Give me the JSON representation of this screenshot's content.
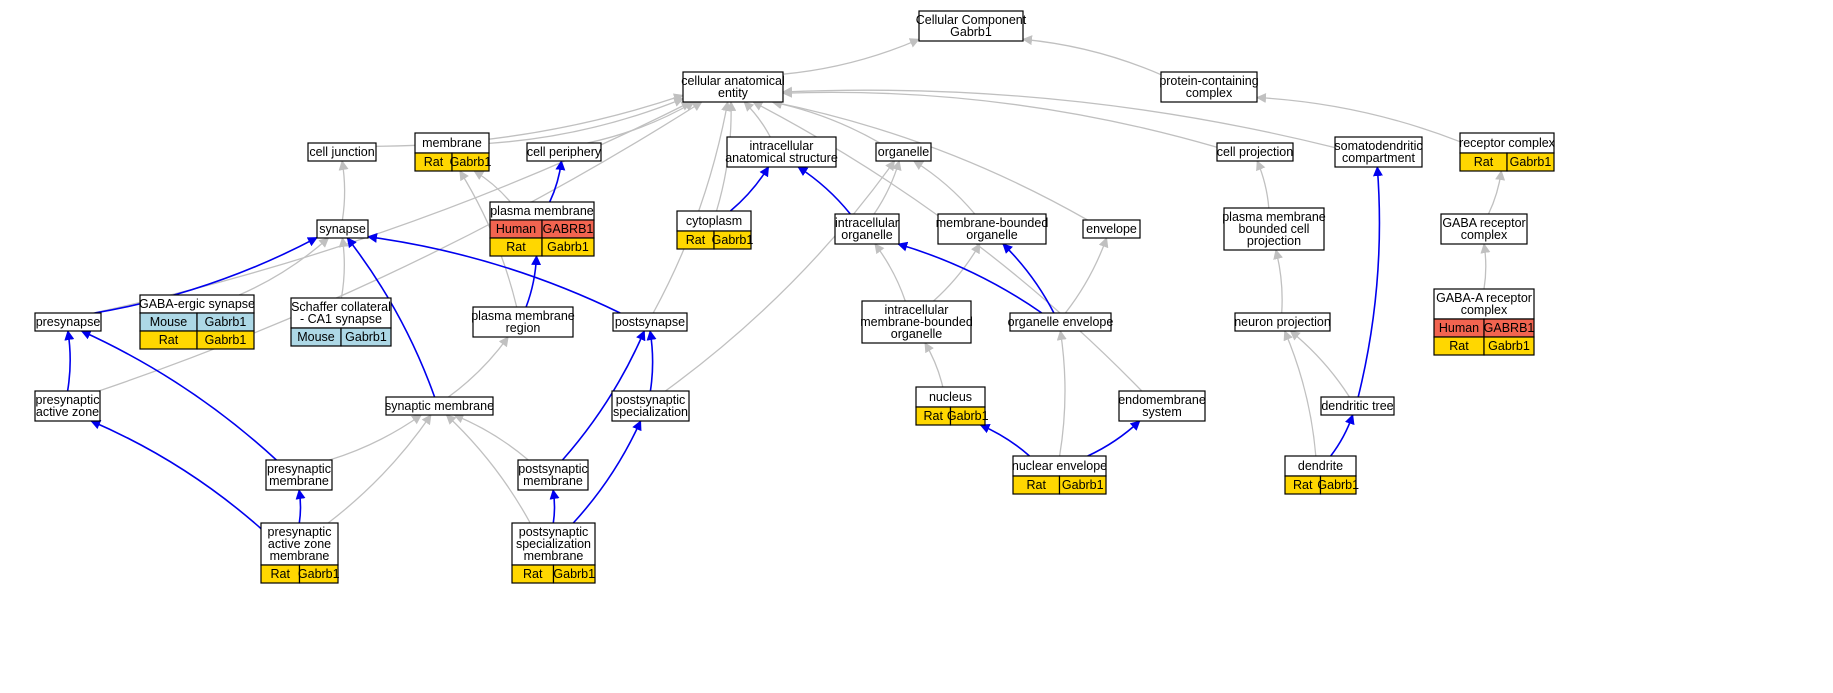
{
  "colors": {
    "human": "#f26450",
    "mouse": "#add8e6",
    "rat": "#ffd700",
    "edge_is_a": "#c0c0c0",
    "edge_part_of": "#0000ee"
  },
  "nodes": [
    {
      "id": "cc",
      "lines": [
        "Cellular Component",
        "Gabrb1"
      ]
    },
    {
      "id": "cae",
      "lines": [
        "cellular anatomical",
        "entity"
      ]
    },
    {
      "id": "pcc",
      "lines": [
        "protein-containing",
        "complex"
      ]
    },
    {
      "id": "cj",
      "lines": [
        "cell junction"
      ]
    },
    {
      "id": "mem",
      "lines": [
        "membrane"
      ],
      "annots": [
        [
          "rat",
          "Rat",
          "Gabrb1"
        ]
      ]
    },
    {
      "id": "cp",
      "lines": [
        "cell periphery"
      ]
    },
    {
      "id": "ias",
      "lines": [
        "intracellular",
        "anatomical structure"
      ]
    },
    {
      "id": "org",
      "lines": [
        "organelle"
      ]
    },
    {
      "id": "cproj",
      "lines": [
        "cell projection"
      ]
    },
    {
      "id": "sdc",
      "lines": [
        "somatodendritic",
        "compartment"
      ]
    },
    {
      "id": "rc",
      "lines": [
        "receptor complex"
      ],
      "annots": [
        [
          "rat",
          "Rat",
          "Gabrb1"
        ]
      ]
    },
    {
      "id": "syn",
      "lines": [
        "synapse"
      ]
    },
    {
      "id": "pm",
      "lines": [
        "plasma membrane"
      ],
      "annots": [
        [
          "human",
          "Human",
          "GABRB1"
        ],
        [
          "rat",
          "Rat",
          "Gabrb1"
        ]
      ]
    },
    {
      "id": "cyt",
      "lines": [
        "cytoplasm"
      ],
      "annots": [
        [
          "rat",
          "Rat",
          "Gabrb1"
        ]
      ]
    },
    {
      "id": "io",
      "lines": [
        "intracellular",
        "organelle"
      ]
    },
    {
      "id": "mbo",
      "lines": [
        "membrane-bounded",
        "organelle"
      ]
    },
    {
      "id": "env",
      "lines": [
        "envelope"
      ]
    },
    {
      "id": "pmbcp",
      "lines": [
        "plasma membrane",
        "bounded cell",
        "projection"
      ]
    },
    {
      "id": "gabarc",
      "lines": [
        "GABA receptor",
        "complex"
      ]
    },
    {
      "id": "presyn",
      "lines": [
        "presynapse"
      ]
    },
    {
      "id": "gaba_syn",
      "lines": [
        "GABA-ergic synapse"
      ],
      "annots": [
        [
          "mouse",
          "Mouse",
          "Gabrb1"
        ],
        [
          "rat",
          "Rat",
          "Gabrb1"
        ]
      ]
    },
    {
      "id": "schaffer",
      "lines": [
        "Schaffer collateral",
        "- CA1 synapse"
      ],
      "annots": [
        [
          "mouse",
          "Mouse",
          "Gabrb1"
        ]
      ]
    },
    {
      "id": "pmr",
      "lines": [
        "plasma membrane",
        "region"
      ]
    },
    {
      "id": "postsyn",
      "lines": [
        "postsynapse"
      ]
    },
    {
      "id": "imbo",
      "lines": [
        "intracellular",
        "membrane-bounded",
        "organelle"
      ]
    },
    {
      "id": "orgenv",
      "lines": [
        "organelle envelope"
      ]
    },
    {
      "id": "np",
      "lines": [
        "neuron projection"
      ]
    },
    {
      "id": "gabaa",
      "lines": [
        "GABA-A receptor",
        "complex"
      ],
      "annots": [
        [
          "human",
          "Human",
          "GABRB1"
        ],
        [
          "rat",
          "Rat",
          "Gabrb1"
        ]
      ]
    },
    {
      "id": "paz",
      "lines": [
        "presynaptic",
        "active zone"
      ]
    },
    {
      "id": "synmem",
      "lines": [
        "synaptic membrane"
      ]
    },
    {
      "id": "pss",
      "lines": [
        "postsynaptic",
        "specialization"
      ]
    },
    {
      "id": "nuc",
      "lines": [
        "nucleus"
      ],
      "annots": [
        [
          "rat",
          "Rat",
          "Gabrb1"
        ]
      ]
    },
    {
      "id": "ems",
      "lines": [
        "endomembrane",
        "system"
      ]
    },
    {
      "id": "dt",
      "lines": [
        "dendritic tree"
      ]
    },
    {
      "id": "presynmem",
      "lines": [
        "presynaptic",
        "membrane"
      ]
    },
    {
      "id": "postsynmem",
      "lines": [
        "postsynaptic",
        "membrane"
      ]
    },
    {
      "id": "ne",
      "lines": [
        "nuclear envelope"
      ],
      "annots": [
        [
          "rat",
          "Rat",
          "Gabrb1"
        ]
      ]
    },
    {
      "id": "dend",
      "lines": [
        "dendrite"
      ],
      "annots": [
        [
          "rat",
          "Rat",
          "Gabrb1"
        ]
      ]
    },
    {
      "id": "pazm",
      "lines": [
        "presynaptic",
        "active zone",
        "membrane"
      ],
      "annots": [
        [
          "rat",
          "Rat",
          "Gabrb1"
        ]
      ]
    },
    {
      "id": "pssm",
      "lines": [
        "postsynaptic",
        "specialization",
        "membrane"
      ],
      "annots": [
        [
          "rat",
          "Rat",
          "Gabrb1"
        ]
      ]
    }
  ],
  "edges": [
    {
      "from": "cae",
      "to": "cc",
      "type": "is_a"
    },
    {
      "from": "pcc",
      "to": "cc",
      "type": "is_a"
    },
    {
      "from": "cj",
      "to": "cae",
      "type": "is_a"
    },
    {
      "from": "mem",
      "to": "cae",
      "type": "is_a"
    },
    {
      "from": "cp",
      "to": "cae",
      "type": "is_a"
    },
    {
      "from": "ias",
      "to": "cae",
      "type": "is_a"
    },
    {
      "from": "org",
      "to": "cae",
      "type": "is_a"
    },
    {
      "from": "cproj",
      "to": "cae",
      "type": "is_a"
    },
    {
      "from": "sdc",
      "to": "cae",
      "type": "is_a"
    },
    {
      "from": "rc",
      "to": "pcc",
      "type": "is_a"
    },
    {
      "from": "presyn",
      "to": "cae",
      "type": "is_a"
    },
    {
      "from": "cyt",
      "to": "cae",
      "type": "is_a"
    },
    {
      "from": "postsyn",
      "to": "cae",
      "type": "is_a"
    },
    {
      "from": "env",
      "to": "cae",
      "type": "is_a"
    },
    {
      "from": "ems",
      "to": "cae",
      "type": "is_a"
    },
    {
      "from": "paz",
      "to": "cae",
      "type": "is_a"
    },
    {
      "from": "syn",
      "to": "cj",
      "type": "is_a"
    },
    {
      "from": "pm",
      "to": "mem",
      "type": "is_a"
    },
    {
      "from": "pmr",
      "to": "mem",
      "type": "is_a"
    },
    {
      "from": "io",
      "to": "org",
      "type": "is_a"
    },
    {
      "from": "mbo",
      "to": "org",
      "type": "is_a"
    },
    {
      "from": "pss",
      "to": "org",
      "type": "is_a"
    },
    {
      "from": "gaba_syn",
      "to": "syn",
      "type": "is_a"
    },
    {
      "from": "schaffer",
      "to": "syn",
      "type": "is_a"
    },
    {
      "from": "orgenv",
      "to": "env",
      "type": "is_a"
    },
    {
      "from": "pmbcp",
      "to": "cproj",
      "type": "is_a"
    },
    {
      "from": "gabarc",
      "to": "rc",
      "type": "is_a"
    },
    {
      "from": "gabaa",
      "to": "gabarc",
      "type": "is_a"
    },
    {
      "from": "imbo",
      "to": "io",
      "type": "is_a"
    },
    {
      "from": "imbo",
      "to": "mbo",
      "type": "is_a"
    },
    {
      "from": "np",
      "to": "pmbcp",
      "type": "is_a"
    },
    {
      "from": "synmem",
      "to": "pmr",
      "type": "is_a"
    },
    {
      "from": "nuc",
      "to": "imbo",
      "type": "is_a"
    },
    {
      "from": "ne",
      "to": "orgenv",
      "type": "is_a"
    },
    {
      "from": "dt",
      "to": "np",
      "type": "is_a"
    },
    {
      "from": "dend",
      "to": "np",
      "type": "is_a"
    },
    {
      "from": "presynmem",
      "to": "synmem",
      "type": "is_a"
    },
    {
      "from": "postsynmem",
      "to": "synmem",
      "type": "is_a"
    },
    {
      "from": "pazm",
      "to": "synmem",
      "type": "is_a"
    },
    {
      "from": "pssm",
      "to": "synmem",
      "type": "is_a"
    },
    {
      "from": "pm",
      "to": "cp",
      "type": "part_of"
    },
    {
      "from": "cyt",
      "to": "ias",
      "type": "part_of"
    },
    {
      "from": "io",
      "to": "ias",
      "type": "part_of"
    },
    {
      "from": "presyn",
      "to": "syn",
      "type": "part_of"
    },
    {
      "from": "postsyn",
      "to": "syn",
      "type": "part_of"
    },
    {
      "from": "synmem",
      "to": "syn",
      "type": "part_of"
    },
    {
      "from": "pmr",
      "to": "pm",
      "type": "part_of"
    },
    {
      "from": "orgenv",
      "to": "io",
      "type": "part_of"
    },
    {
      "from": "orgenv",
      "to": "mbo",
      "type": "part_of"
    },
    {
      "from": "dt",
      "to": "sdc",
      "type": "part_of"
    },
    {
      "from": "paz",
      "to": "presyn",
      "type": "part_of"
    },
    {
      "from": "presynmem",
      "to": "presyn",
      "type": "part_of"
    },
    {
      "from": "pss",
      "to": "postsyn",
      "type": "part_of"
    },
    {
      "from": "postsynmem",
      "to": "postsyn",
      "type": "part_of"
    },
    {
      "from": "ne",
      "to": "nuc",
      "type": "part_of"
    },
    {
      "from": "ne",
      "to": "ems",
      "type": "part_of"
    },
    {
      "from": "dend",
      "to": "dt",
      "type": "part_of"
    },
    {
      "from": "pazm",
      "to": "paz",
      "type": "part_of"
    },
    {
      "from": "pazm",
      "to": "presynmem",
      "type": "part_of"
    },
    {
      "from": "pssm",
      "to": "pss",
      "type": "part_of"
    },
    {
      "from": "pssm",
      "to": "postsynmem",
      "type": "part_of"
    }
  ]
}
